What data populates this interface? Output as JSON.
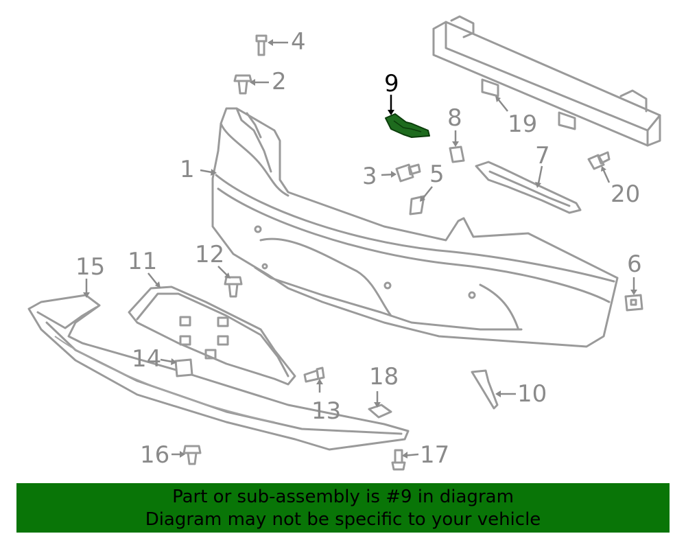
{
  "diagram": {
    "callouts": [
      {
        "id": "1",
        "text": "1"
      },
      {
        "id": "2",
        "text": "2"
      },
      {
        "id": "3",
        "text": "3"
      },
      {
        "id": "4",
        "text": "4"
      },
      {
        "id": "5",
        "text": "5"
      },
      {
        "id": "6",
        "text": "6"
      },
      {
        "id": "7",
        "text": "7"
      },
      {
        "id": "8",
        "text": "8"
      },
      {
        "id": "9",
        "text": "9"
      },
      {
        "id": "10",
        "text": "10"
      },
      {
        "id": "11",
        "text": "11"
      },
      {
        "id": "12",
        "text": "12"
      },
      {
        "id": "13",
        "text": "13"
      },
      {
        "id": "14",
        "text": "14"
      },
      {
        "id": "15",
        "text": "15"
      },
      {
        "id": "16",
        "text": "16"
      },
      {
        "id": "17",
        "text": "17"
      },
      {
        "id": "18",
        "text": "18"
      },
      {
        "id": "19",
        "text": "19"
      },
      {
        "id": "20",
        "text": "20"
      }
    ],
    "highlighted_part": "9",
    "highlight_color": "#1e6b1e",
    "line_color": "#9a9a9a"
  },
  "banner": {
    "line1": "Part or sub-assembly is #9 in diagram",
    "line2": "Diagram may not be specific to your vehicle",
    "background": "#097507"
  }
}
